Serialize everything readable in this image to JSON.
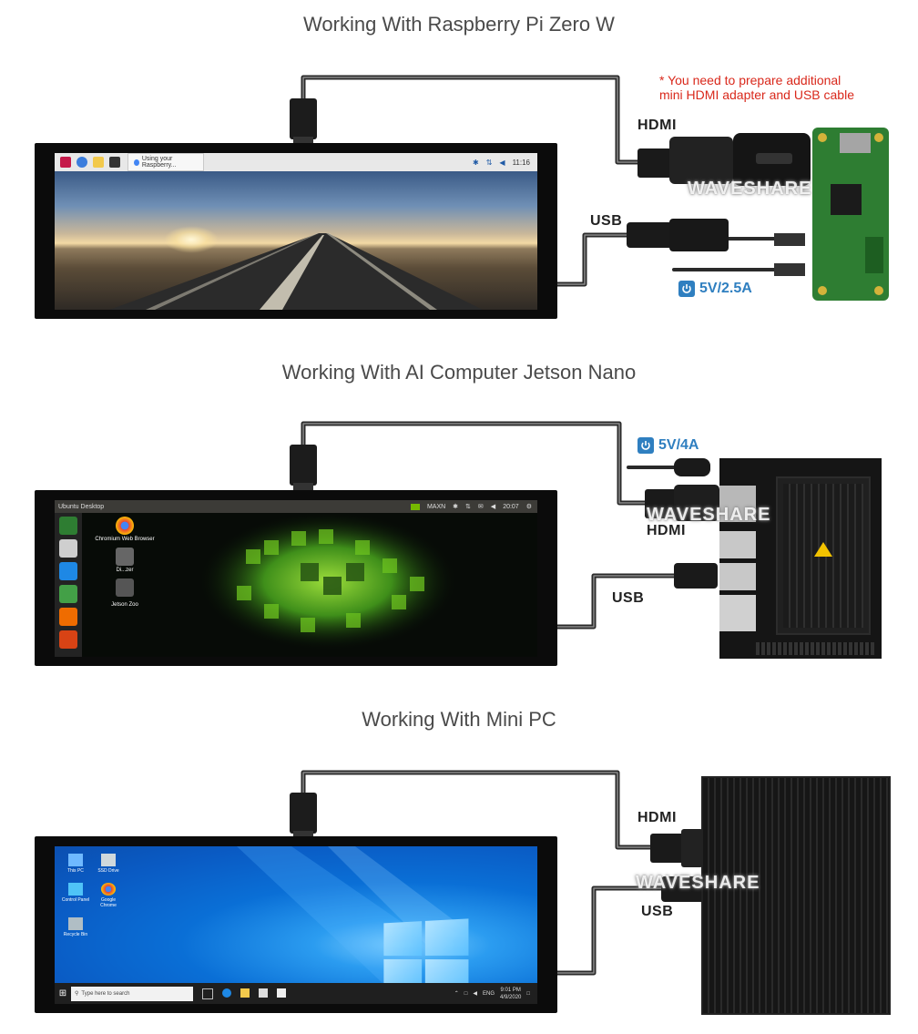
{
  "sections": [
    {
      "title": "Working With Raspberry Pi Zero W",
      "note": "* You need to prepare additional\nmini HDMI adapter and USB cable",
      "hdmi_label": "HDMI",
      "usb_label": "USB",
      "power_label": "5V/2.5A",
      "watermark": "WAVESHARE",
      "screen": {
        "taskbar_tab": "Using your Raspberry...",
        "clock": "11:16"
      }
    },
    {
      "title": "Working With AI Computer Jetson Nano",
      "power_label": "5V/4A",
      "hdmi_label": "HDMI",
      "usb_label": "USB",
      "watermark": "WAVESHARE",
      "screen": {
        "window_title": "Ubuntu Desktop",
        "clock": "20:07",
        "tray_text": "MAXN",
        "desktop_icons": [
          "Chromium Web Browser",
          "Di...zer",
          "",
          "Jetson Zoo"
        ]
      }
    },
    {
      "title": "Working With Mini PC",
      "hdmi_label": "HDMI",
      "usb_label": "USB",
      "watermark": "WAVESHARE",
      "screen": {
        "search_placeholder": "Type here to search",
        "time": "9:01 PM",
        "date": "4/9/2020",
        "lang": "ENG",
        "desktop_icons": [
          "This PC",
          "SSD Drive",
          "Control Panel",
          "Google Chrome",
          "Recycle Bin"
        ]
      }
    }
  ],
  "colors": {
    "power_blue": "#2f7fc0",
    "note_red": "#d9281b",
    "title_gray": "#4a4a4a"
  }
}
